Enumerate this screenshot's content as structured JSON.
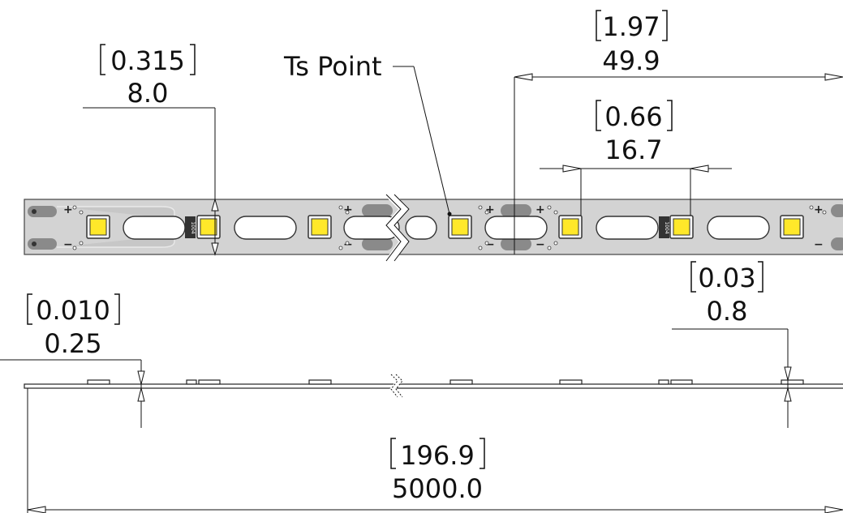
{
  "dimensions": {
    "width_mm": {
      "in": "0.315",
      "mm": "8.0"
    },
    "pitch": {
      "in": "1.97",
      "mm": "49.9"
    },
    "led_spacing": {
      "in": "0.66",
      "mm": "16.7"
    },
    "thickness_total": {
      "in": "0.03",
      "mm": "0.8"
    },
    "pcb_thickness": {
      "in": "0.010",
      "mm": "0.25"
    },
    "length": {
      "in": "196.9",
      "mm": "5000.0"
    }
  },
  "labels": {
    "ts_point": "Ts Point",
    "resistor_code": "1004"
  },
  "colors": {
    "led_chip": "#ffe82a",
    "pcb": "#d3d3d3"
  }
}
